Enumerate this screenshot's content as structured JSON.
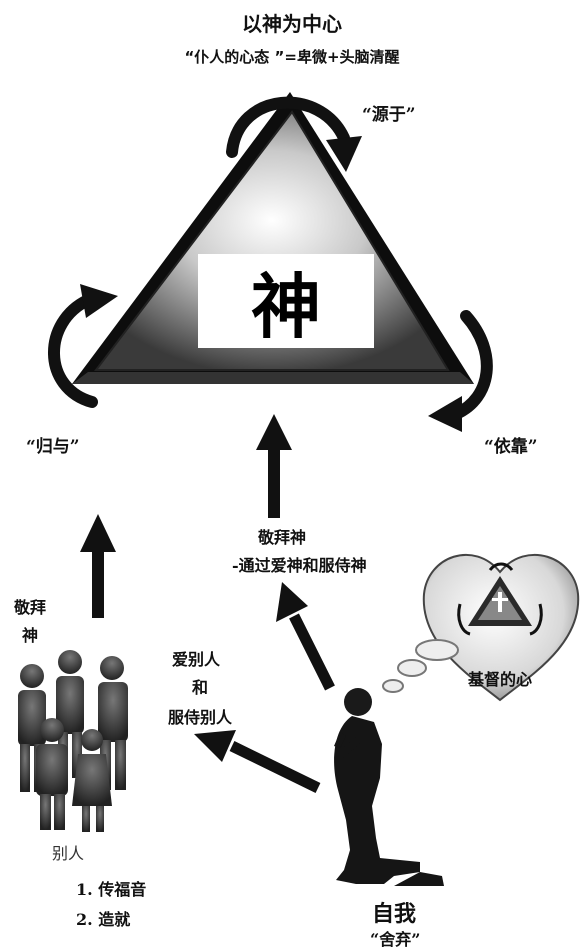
{
  "title": "以神为中心",
  "subtitle": "“仆人的心态 ”=卑微+头脑清醒",
  "triangle": {
    "center_word": "神",
    "from": "“源于”",
    "depend": "“依靠”",
    "return_to": "“归与”"
  },
  "worship_god": {
    "line1": "敬拜神",
    "line2": "-通过爱神和服侍神"
  },
  "worship_left": {
    "line1": "敬拜",
    "line2": "神"
  },
  "love_others": {
    "line1": "爱别人",
    "line2": "和",
    "line3": "服侍别人"
  },
  "heart_label": "基督的心",
  "others": {
    "label": "别人",
    "items": [
      "1. 传福音",
      "2. 造就"
    ]
  },
  "self": {
    "label": "自我",
    "sub": "“舍弃”"
  },
  "colors": {
    "ink": "#111111",
    "triangle_dark": "#1a1a1a",
    "triangle_light": "#f4f4f4"
  }
}
